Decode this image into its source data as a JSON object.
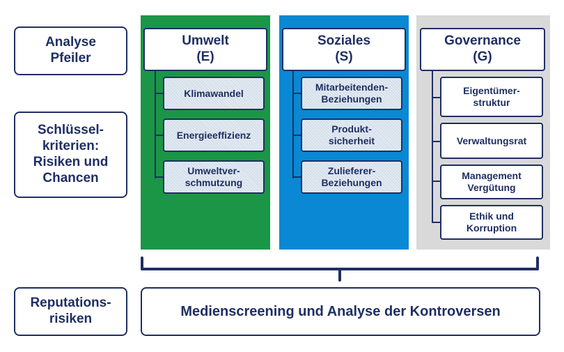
{
  "row_labels": {
    "analyse": "Analyse\nPfeiler",
    "criteria": "Schlüssel-\nkriterien:\nRisiken und\nChancen",
    "reputation": "Reputations-\nrisiken"
  },
  "pillars": {
    "environment": {
      "title": "Umwelt\n(E)",
      "color": "#1a9646",
      "items": [
        "Klimawandel",
        "Energieeffizienz",
        "Umweltver-\nschmutzung"
      ]
    },
    "social": {
      "title": "Soziales\n(S)",
      "color": "#0a88d4",
      "items": [
        "Mitarbeitenden-\nBeziehungen",
        "Produkt-\nsicherheit",
        "Zulieferer-\nBeziehungen"
      ]
    },
    "governance": {
      "title": "Governance\n(G)",
      "color": "#d9d9d9",
      "items": [
        "Eigentümer-\nstruktur",
        "Verwaltungsrat",
        "Management\nVergütung",
        "Ethik und\nKorruption"
      ]
    }
  },
  "bottom_box": "Medienscreening und Analyse der Kontroversen"
}
